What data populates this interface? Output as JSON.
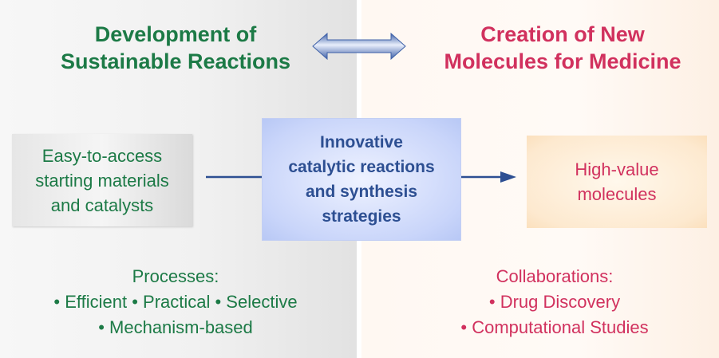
{
  "left_panel": {
    "title": [
      "Development of",
      "Sustainable Reactions"
    ],
    "box": [
      "Easy-to-access",
      "starting materials",
      "and catalysts"
    ],
    "list": [
      "Processes:",
      "• Efficient • Practical • Selective",
      "• Mechanism-based"
    ]
  },
  "center_box": [
    "Innovative",
    "catalytic reactions",
    "and synthesis",
    "strategies"
  ],
  "right_panel": {
    "title": [
      "Creation of New",
      "Molecules for Medicine"
    ],
    "box": [
      "High-value",
      "molecules"
    ],
    "list": [
      "Collaborations:",
      "• Drug Discovery",
      "• Computational Studies"
    ]
  },
  "colors": {
    "green": "#1c7a46",
    "pink": "#d1315e",
    "blue": "#2d4f92"
  }
}
